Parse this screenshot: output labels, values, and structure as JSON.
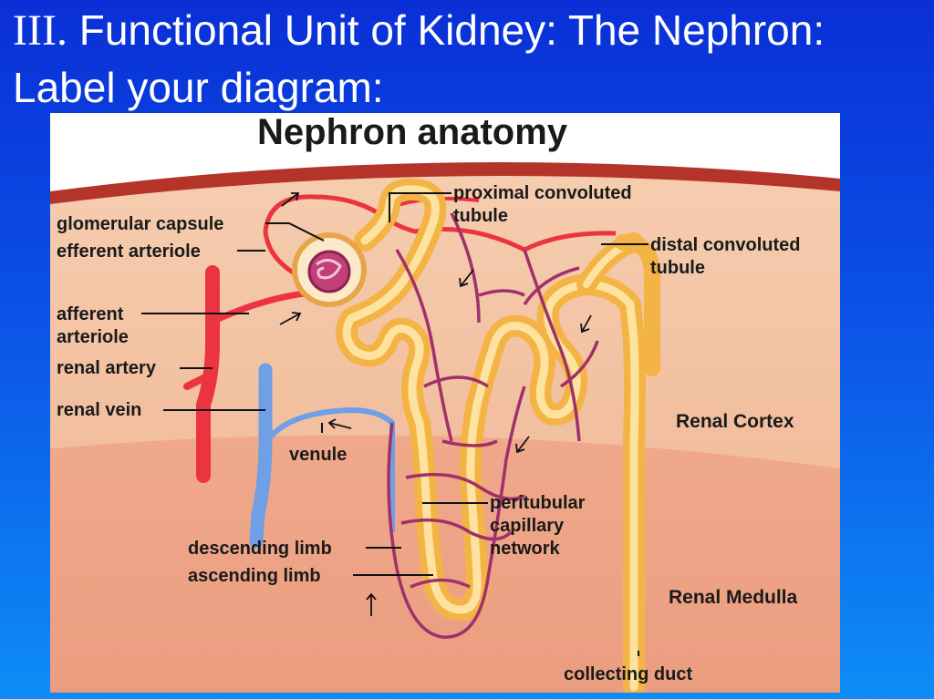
{
  "slide": {
    "title_numeral": "III.",
    "title_text": "Functional Unit of Kidney: The Nephron: Label your diagram:"
  },
  "figure": {
    "title": "Nephron anatomy",
    "labels": {
      "proximal_line1": "proximal convoluted",
      "proximal_line2": "tubule",
      "glomerular_capsule": "glomerular capsule",
      "efferent_arteriole": "efferent arteriole",
      "distal_line1": "distal convoluted",
      "distal_line2": "tubule",
      "afferent_line1": "afferent",
      "afferent_line2": "arteriole",
      "renal_artery": "renal artery",
      "renal_vein": "renal vein",
      "renal_cortex": "Renal Cortex",
      "venule": "venule",
      "peritubular_line1": "peritubular",
      "peritubular_line2": "capillary",
      "peritubular_line3": "network",
      "descending_limb": "descending limb",
      "ascending_limb": "ascending limb",
      "renal_medulla": "Renal Medulla",
      "collecting_duct": "collecting duct"
    },
    "colors": {
      "cortex": "#f3c7a8",
      "medulla": "#f0a88a",
      "capsule_band": "#b4342a",
      "artery": "#ee3340",
      "vein": "#6f9fe4",
      "tubule": "#f8c25a",
      "capillary": "#a0306a"
    }
  }
}
